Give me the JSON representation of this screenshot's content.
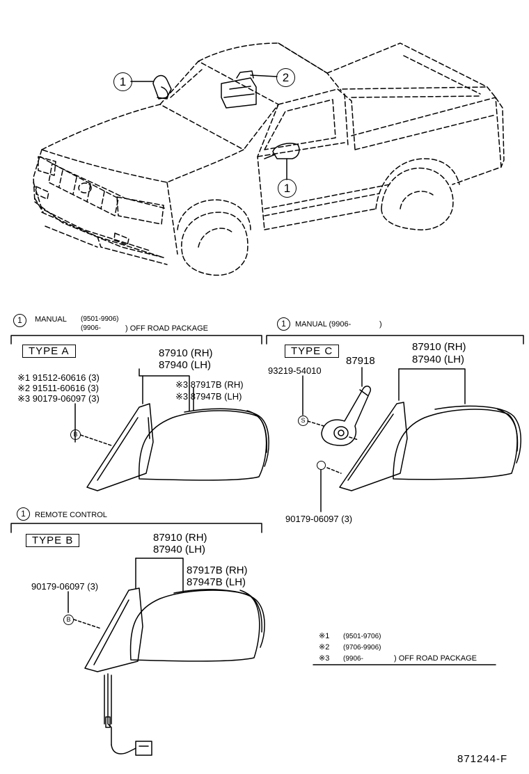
{
  "callouts": {
    "c1": "1",
    "c2": "2",
    "c3": "1"
  },
  "sec1": {
    "circ": "1",
    "title": "MANUAL",
    "date1": "(9501-9906)",
    "date2": "(9906-",
    "date2_suffix": ") OFF ROAD PACKAGE",
    "type_label": "TYPE A",
    "notes": [
      "※1 91512-60616 (3)",
      "※2 91511-60616 (3)",
      "※3 90179-06097 (3)"
    ],
    "mirror_rh": "87910 (RH)",
    "mirror_lh": "87940 (LH)",
    "glass_rh": "※3 87917B (RH)",
    "glass_lh": "※3 87947B (LH)",
    "b_mark": "B"
  },
  "sec2": {
    "circ": "1",
    "title": "MANUAL (9906-",
    "title_suffix": ")",
    "type_label": "TYPE C",
    "screw": "93219-54010",
    "lever": "87918",
    "mirror_rh": "87910 (RH)",
    "mirror_lh": "87940 (LH)",
    "nut": "90179-06097 (3)",
    "s_mark": "S"
  },
  "sec3": {
    "circ": "1",
    "title": "REMOTE CONTROL",
    "type_label": "TYPE B",
    "mirror_rh": "87910 (RH)",
    "mirror_lh": "87940 (LH)",
    "glass_rh": "87917B (RH)",
    "glass_lh": "87947B (LH)",
    "nut": "90179-06097 (3)",
    "b_mark": "B"
  },
  "legend": [
    {
      "mark": "※1",
      "text": "(9501-9706)"
    },
    {
      "mark": "※2",
      "text": "(9706-9906)"
    },
    {
      "mark": "※3",
      "text": "(9906-",
      "suffix": ") OFF ROAD PACKAGE"
    }
  ],
  "figure_id": "871244-F"
}
